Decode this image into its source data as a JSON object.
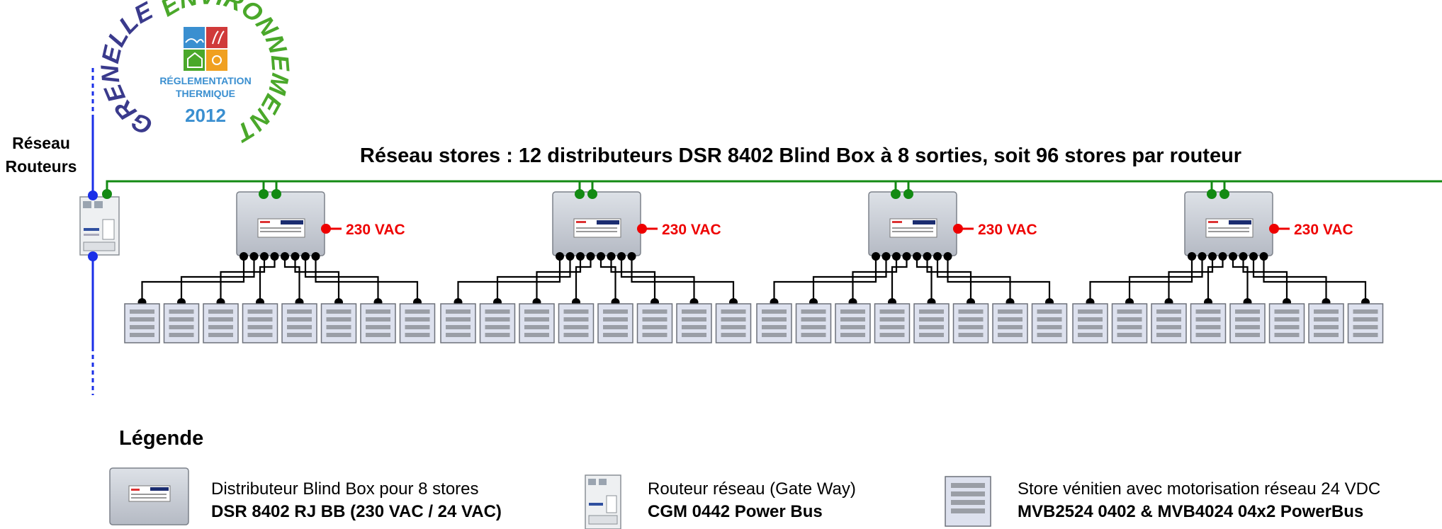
{
  "title": "Réseau stores : 12 distributeurs DSR 8402  Blind Box à 8 sorties, soit 96 stores par routeur",
  "router_network_label": [
    "Réseau",
    "Routeurs"
  ],
  "power_label": "230 VAC",
  "logo": {
    "arc_left": "GRENELLE",
    "arc_right": "ENVIRONNEMENT",
    "line1": "RÉGLEMENTATION",
    "line2": "THERMIQUE",
    "year": "2012"
  },
  "legend": {
    "heading": "Légende",
    "items": [
      {
        "icon": "blind-box-icon",
        "line1": "Distributeur Blind Box pour 8 stores",
        "line2": "DSR 8402 RJ BB (230 VAC / 24 VAC)"
      },
      {
        "icon": "router-icon",
        "line1": "Routeur réseau (Gate Way)",
        "line2": "CGM 0442 Power Bus"
      },
      {
        "icon": "blind-icon",
        "line1": "Store vénitien avec motorisation réseau 24 VDC",
        "line2": "MVB2524 0402 & MVB4024 04x2 PowerBus"
      }
    ]
  },
  "diagram": {
    "distributor_count": 4,
    "outputs_per_distributor": 8,
    "colors": {
      "router_bus": "#1a2fe8",
      "blind_bus": "#138a13",
      "power": "#ee0000",
      "wire": "#000000",
      "box_fill": "#c8ccd4",
      "blind_fill": "#dde1ee"
    }
  }
}
